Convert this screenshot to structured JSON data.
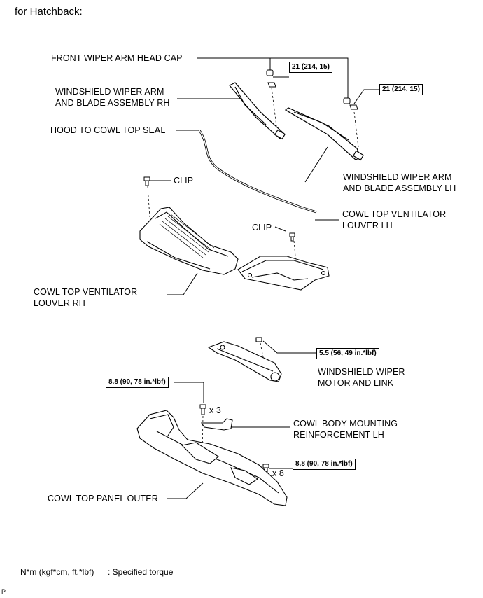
{
  "header": "for Hatchback:",
  "labels": {
    "front_wiper_arm_head_cap": "FRONT WIPER ARM HEAD CAP",
    "wiper_arm_rh_1": "WINDSHIELD WIPER ARM",
    "wiper_arm_rh_2": "AND BLADE ASSEMBLY RH",
    "hood_seal": "HOOD TO COWL TOP SEAL",
    "clip_1": "CLIP",
    "wiper_arm_lh_1": "WINDSHIELD WIPER ARM",
    "wiper_arm_lh_2": "AND BLADE ASSEMBLY LH",
    "louver_lh_1": "COWL TOP VENTILATOR",
    "louver_lh_2": "LOUVER LH",
    "clip_2": "CLIP",
    "louver_rh_1": "COWL TOP VENTILATOR",
    "louver_rh_2": "LOUVER RH",
    "motor_1": "WINDSHIELD WIPER",
    "motor_2": "MOTOR AND LINK",
    "reinf_1": "COWL BODY MOUNTING",
    "reinf_2": "REINFORCEMENT LH",
    "panel_outer": "COWL TOP PANEL OUTER",
    "qty_3": "x 3",
    "qty_8": "x 8"
  },
  "torques": {
    "nut_rh": "21 (214, 15)",
    "nut_lh": "21 (214, 15)",
    "motor_bolt": "5.5 (56, 49 in.*lbf)",
    "panel_bolt_upper": "8.8 (90, 78 in.*lbf)",
    "panel_bolt_lower": "8.8 (90, 78 in.*lbf)"
  },
  "legend": {
    "unit": "N*m (kgf*cm, ft.*lbf)",
    "text": ": Specified torque"
  },
  "corner_code": "P"
}
